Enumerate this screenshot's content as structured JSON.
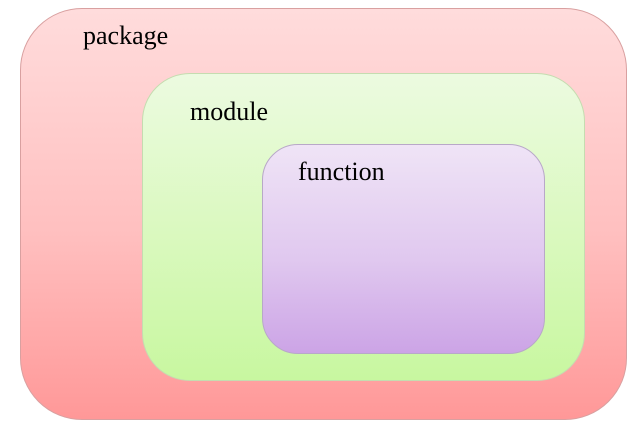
{
  "diagram": {
    "outer": {
      "label": "package",
      "fill": "#ffbfbf",
      "border": "#d9a0a0"
    },
    "middle": {
      "label": "module",
      "fill": "#d9f9bd",
      "border": "#c5dcb0"
    },
    "inner": {
      "label": "function",
      "fill": "#e0c8ef",
      "border": "#b8a8c8"
    }
  }
}
